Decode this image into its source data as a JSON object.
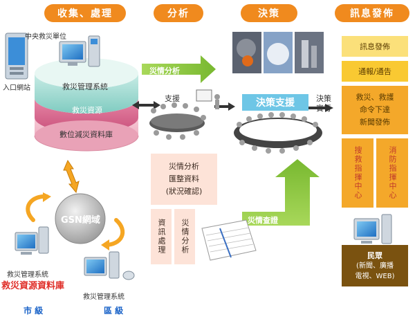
{
  "headers": {
    "collect": "收集、處理",
    "analyze": "分析",
    "decide": "決策",
    "publish": "訊息發佈"
  },
  "left": {
    "central_unit": "中央救災單位",
    "portal": "入口網站",
    "layer_top": "救災管理系統",
    "layer_mid": "救災資源",
    "layer_bottom": "數位減災資料庫",
    "gsn": "GSN網域",
    "city_system": "救災管理系統",
    "city_db": "救災資源資料庫",
    "district_system": "救災管理系統",
    "city_level": "市 級",
    "district_level": "區 級"
  },
  "analysis": {
    "arrow_label": "災情分析",
    "support": "支援",
    "box_lines": [
      "災情分析",
      "匯整資料",
      "(狀況確認)"
    ],
    "col1": "資訊處理",
    "col2": "災情分析"
  },
  "decision": {
    "support_box": "決策支援",
    "execute_label": "決策實行",
    "report_label": "災情查證"
  },
  "publish": {
    "item1": "訊息發佈",
    "item2": "通報/通告",
    "item3_lines": [
      "救災、救護",
      "命令下達",
      "新聞發佈"
    ],
    "col1": "搜救指揮中心",
    "col2": "消防指揮中心",
    "public_title": "民眾",
    "public_lines": [
      "(新聞、廣播",
      "電視、WEB)"
    ]
  },
  "colors": {
    "header": "#f08a1e",
    "arrow_green": "#8cc63f",
    "blue_box": "#6ec6e6",
    "publish_yellow": "#f9c932"
  }
}
